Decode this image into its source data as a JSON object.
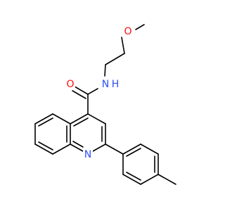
{
  "molecule": {
    "atoms": {
      "O_methoxy": {
        "label": "O",
        "color": "#FF0D0D"
      },
      "O_carbonyl": {
        "label": "O",
        "color": "#FF0D0D"
      },
      "N_amide": {
        "label": "N",
        "color": "#3050F8"
      },
      "H_amide": {
        "label": "H",
        "color": "#3050F8"
      },
      "N_ring": {
        "label": "N",
        "color": "#3050F8"
      }
    },
    "bond_color": "#000000"
  }
}
